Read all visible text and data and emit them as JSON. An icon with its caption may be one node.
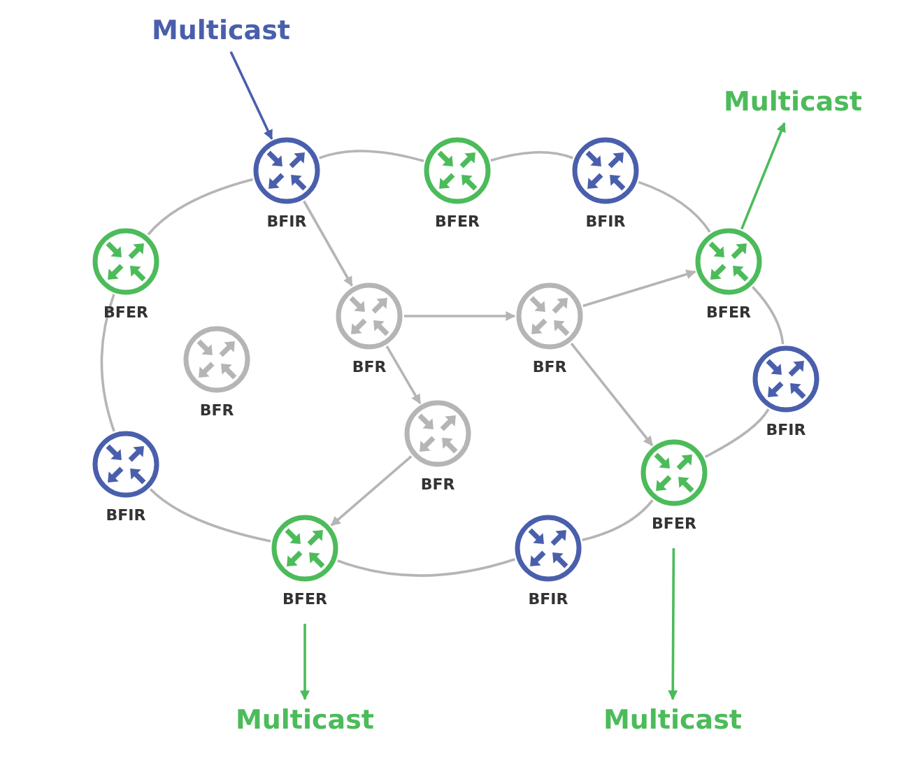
{
  "diagram": {
    "nodes": [
      {
        "text": [
          "Multicast"
        ]
      },
      {
        "text": [
          "BFIR"
        ]
      },
      {
        "text": [
          "BFER"
        ]
      },
      {
        "text": [
          "BFIR"
        ]
      },
      {
        "text": [
          "Multicast"
        ]
      },
      {
        "text": [
          "BFER"
        ]
      },
      {
        "text": [
          "BFER"
        ]
      },
      {
        "text": [
          "BFR"
        ]
      },
      {
        "text": [
          "BFR"
        ]
      },
      {
        "text": [
          "BFR"
        ]
      },
      {
        "text": [
          "BFIR"
        ]
      },
      {
        "text": [
          "BFR"
        ]
      },
      {
        "text": [
          "BFIR"
        ]
      },
      {
        "text": [
          "BFER"
        ]
      },
      {
        "text": [
          "BFER"
        ]
      },
      {
        "text": [
          "BFIR"
        ]
      },
      {
        "text": [
          "Multicast"
        ]
      },
      {
        "text": [
          "Multicast"
        ]
      }
    ],
    "edges": [
      {
        "from": 0,
        "to": 1,
        "arrow": "to",
        "color": "#4a5fac"
      },
      {
        "from": 1,
        "to": 7,
        "arrow": "to"
      },
      {
        "from": 7,
        "to": 8,
        "arrow": "to"
      },
      {
        "from": 8,
        "to": 6,
        "arrow": "to"
      },
      {
        "from": 8,
        "to": 13,
        "arrow": "to"
      },
      {
        "from": 7,
        "to": 11,
        "arrow": "to"
      },
      {
        "from": 11,
        "to": 14,
        "arrow": "to"
      },
      {
        "from": 6,
        "to": 4,
        "arrow": "to",
        "color": "#4cbb5a"
      },
      {
        "from": 14,
        "to": 16,
        "arrow": "to",
        "color": "#4cbb5a"
      },
      {
        "from": 13,
        "to": 17,
        "arrow": "to",
        "color": "#4cbb5a"
      },
      {
        "from": 5,
        "to": 1,
        "arrow": "none"
      },
      {
        "from": 1,
        "to": 2,
        "arrow": "none"
      },
      {
        "from": 2,
        "to": 3,
        "arrow": "none"
      },
      {
        "from": 3,
        "to": 6,
        "arrow": "none"
      },
      {
        "from": 6,
        "to": 10,
        "arrow": "none"
      },
      {
        "from": 10,
        "to": 13,
        "arrow": "none"
      },
      {
        "from": 13,
        "to": 15,
        "arrow": "none"
      },
      {
        "from": 15,
        "to": 14,
        "arrow": "none"
      },
      {
        "from": 14,
        "to": 12,
        "arrow": "none"
      },
      {
        "from": 12,
        "to": 5,
        "arrow": "none"
      }
    ]
  }
}
